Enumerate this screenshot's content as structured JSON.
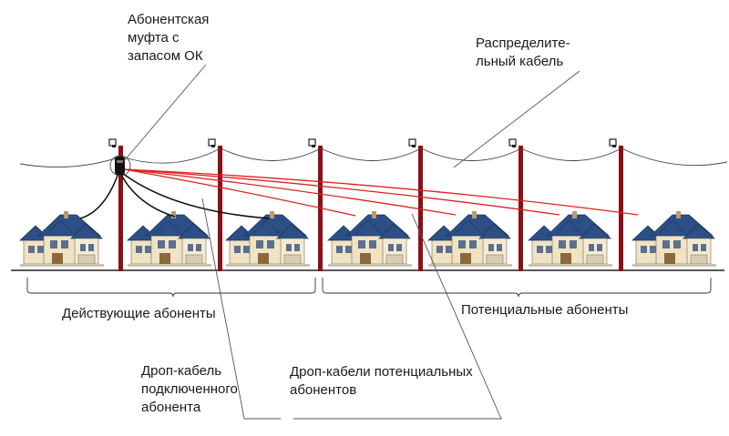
{
  "labels": {
    "closure": [
      "Абонентская",
      "муфта с",
      "запасом ОК"
    ],
    "distribution_cable": [
      "Распределите-",
      "льный кабель"
    ],
    "active_subscribers": "Действующие абоненты",
    "potential_subscribers": "Потенциальные абоненты",
    "drop_connected": [
      "Дроп-кабель",
      "подключенного",
      "абонента"
    ],
    "drop_potential": [
      "Дроп-кабели потенциальных",
      "абонентов"
    ]
  },
  "houses": [
    {
      "group": "active"
    },
    {
      "group": "active"
    },
    {
      "group": "active"
    },
    {
      "group": "potential"
    },
    {
      "group": "potential"
    },
    {
      "group": "potential"
    },
    {
      "group": "potential"
    }
  ],
  "poles": 6,
  "colors": {
    "pole": "#8a1018",
    "potential_drop": "#e02020",
    "connected_drop": "#111111",
    "roof": "#2c4f86",
    "wall": "#efe3c4",
    "line": "#444444"
  }
}
